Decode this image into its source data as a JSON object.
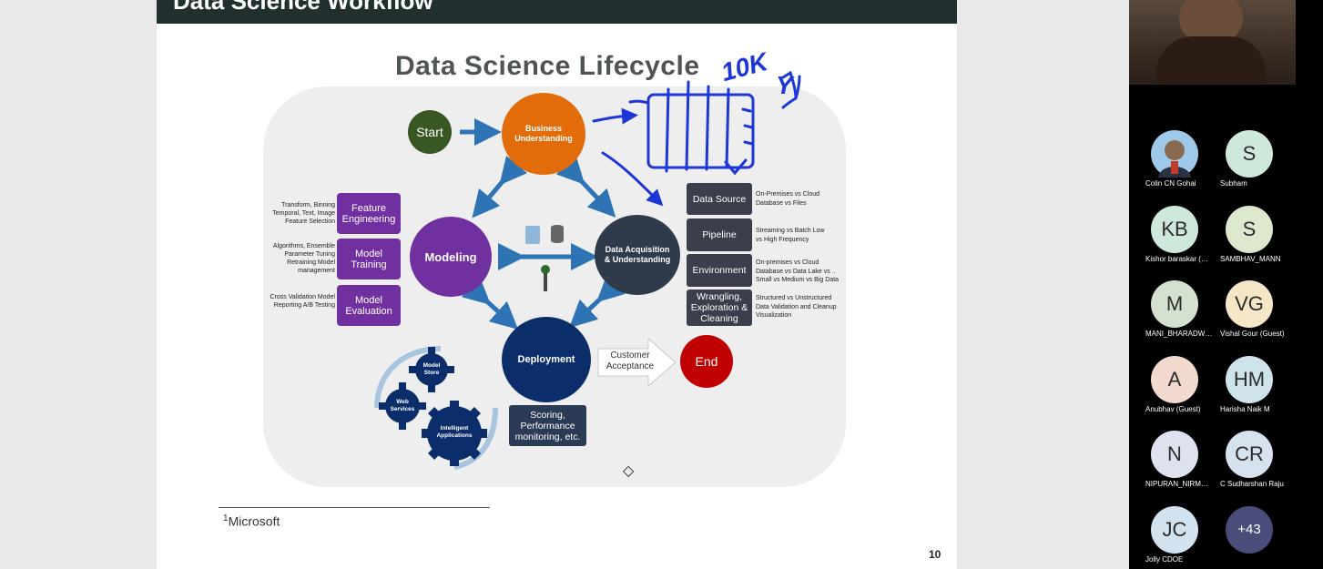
{
  "slide": {
    "header_title": "Data Science Workflow",
    "title": "Data Science Lifecycle",
    "handwriting": {
      "top": "10K",
      "right": "Y"
    },
    "nodes": {
      "start": "Start",
      "business": "Business Understanding",
      "data_acq": "Data Acquisition & Understanding",
      "modeling": "Modeling",
      "deployment": "Deployment",
      "end": "End"
    },
    "modeling_boxes": [
      {
        "label": "Feature Engineering",
        "note": "Transform, Binning Temporal, Text, Image Feature Selection"
      },
      {
        "label": "Model Training",
        "note": "Algorithms, Ensemble Parameter Tuning Retraining Model management"
      },
      {
        "label": "Model Evaluation",
        "note": "Cross Validation Model Reporting A/B Testing"
      }
    ],
    "data_boxes": [
      {
        "label": "Data Source",
        "note": "On-Premises vs Cloud Database vs Files"
      },
      {
        "label": "Pipeline",
        "note": "Streaming vs Batch Low vs High Frequency"
      },
      {
        "label": "Environment",
        "note": "On-premises vs Cloud Database vs Data Lake vs .. Small vs Medium vs Big Data"
      },
      {
        "label": "Wrangling, Exploration & Cleaning",
        "note": "Structured vs Unstructured Data Validation and Cleanup Visualization"
      }
    ],
    "customer_acceptance": "Customer Acceptance",
    "scoring": "Scoring, Performance monitoring, etc.",
    "gears": {
      "model_store": "Model Store",
      "web_services": "Web Services",
      "intelligent_apps": "Intelligent Applications"
    },
    "footnote_mark": "1",
    "footnote_text": "Microsoft",
    "page_number": "10"
  },
  "participants": [
    {
      "initials": "",
      "name": "Colin CN Gohai",
      "bg": "#9ec9e8",
      "photo": true
    },
    {
      "initials": "S",
      "name": "Subham",
      "bg": "#cfe8dc"
    },
    {
      "initials": "KB",
      "name": "Kishor baraskar (…",
      "bg": "#cfe8dc"
    },
    {
      "initials": "S",
      "name": "SAMBHAV_MANN",
      "bg": "#dde8cf"
    },
    {
      "initials": "M",
      "name": "MANI_BHARADW…",
      "bg": "#d5e0d1"
    },
    {
      "initials": "VG",
      "name": "Vishal Gour (Guest)",
      "bg": "#f5e6c8"
    },
    {
      "initials": "A",
      "name": "Anubhav (Guest)",
      "bg": "#f2d9cd"
    },
    {
      "initials": "HM",
      "name": "Harisha Naik M",
      "bg": "#cfe4ea"
    },
    {
      "initials": "N",
      "name": "NIPURAN_NIRM…",
      "bg": "#dde2ee"
    },
    {
      "initials": "CR",
      "name": "C Sudharshan Raju",
      "bg": "#d7e2ef"
    },
    {
      "initials": "JC",
      "name": "Jolly CDOE",
      "bg": "#d2e3ef"
    },
    {
      "initials": "+43",
      "name": "",
      "bg": "#4a4d7a"
    }
  ]
}
